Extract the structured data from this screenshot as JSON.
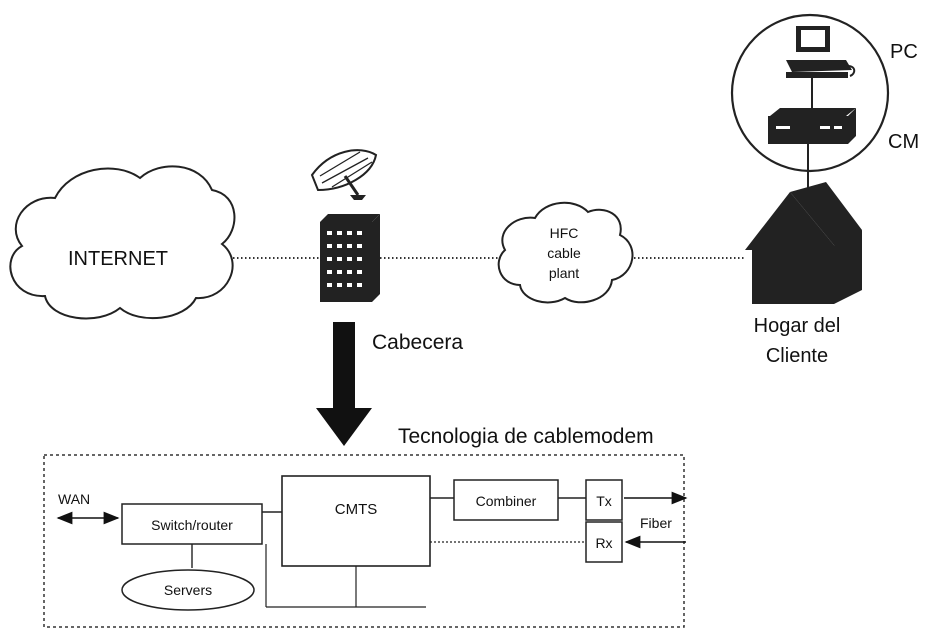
{
  "top": {
    "internet": "INTERNET",
    "hfc_lines": [
      "HFC",
      "cable",
      "plant"
    ],
    "pc": "PC",
    "cm": "CM",
    "cabecera": "Cabecera",
    "hogar_lines": [
      "Hogar del",
      "Cliente"
    ]
  },
  "bottom": {
    "title": "Tecnologia de cablemodem",
    "wan": "WAN",
    "switch_router": "Switch/router",
    "servers": "Servers",
    "cmts": "CMTS",
    "combiner": "Combiner",
    "tx": "Tx",
    "rx": "Rx",
    "fiber": "Fiber"
  }
}
